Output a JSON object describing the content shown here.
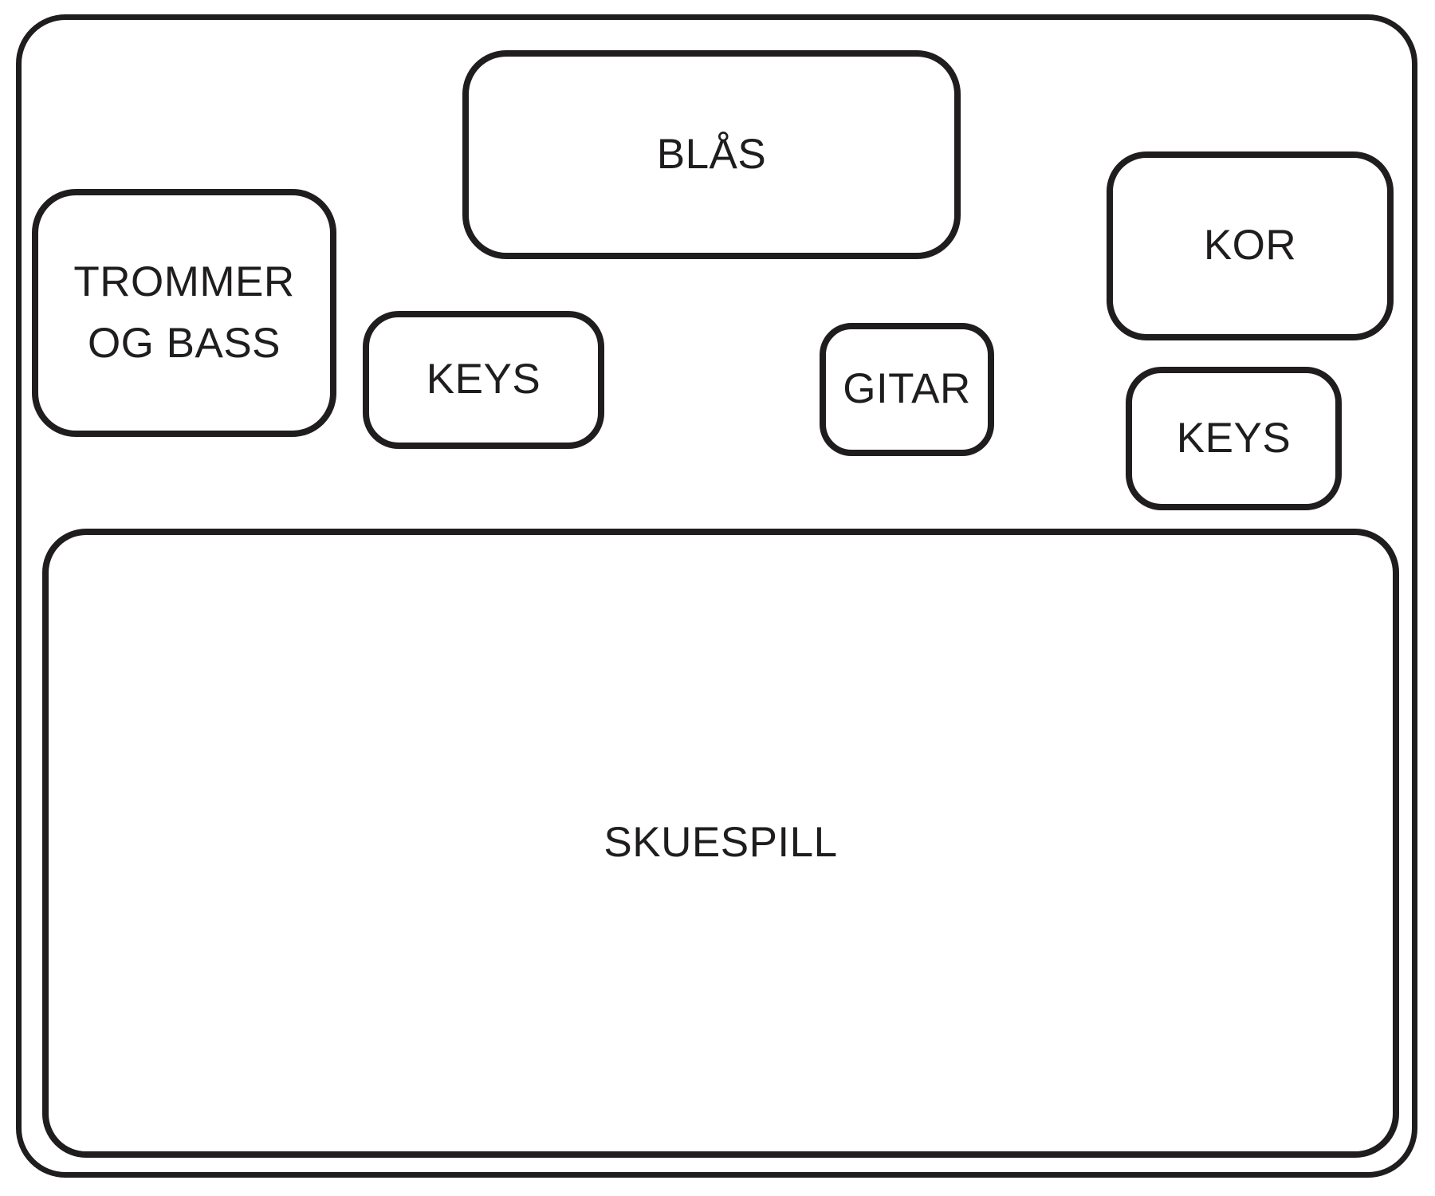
{
  "diagram": {
    "type": "stage-plot",
    "areas": [
      {
        "id": "blas",
        "label": "BLÅS"
      },
      {
        "id": "trommer-og-bass",
        "label": "TROMMER OG BASS"
      },
      {
        "id": "keys-left",
        "label": "KEYS"
      },
      {
        "id": "gitar",
        "label": "GITAR"
      },
      {
        "id": "kor",
        "label": "KOR"
      },
      {
        "id": "keys-right",
        "label": "KEYS"
      },
      {
        "id": "skuespill",
        "label": "SKUESPILL"
      }
    ],
    "colors": {
      "line": "#1f1d1e",
      "background": "#ffffff"
    }
  }
}
